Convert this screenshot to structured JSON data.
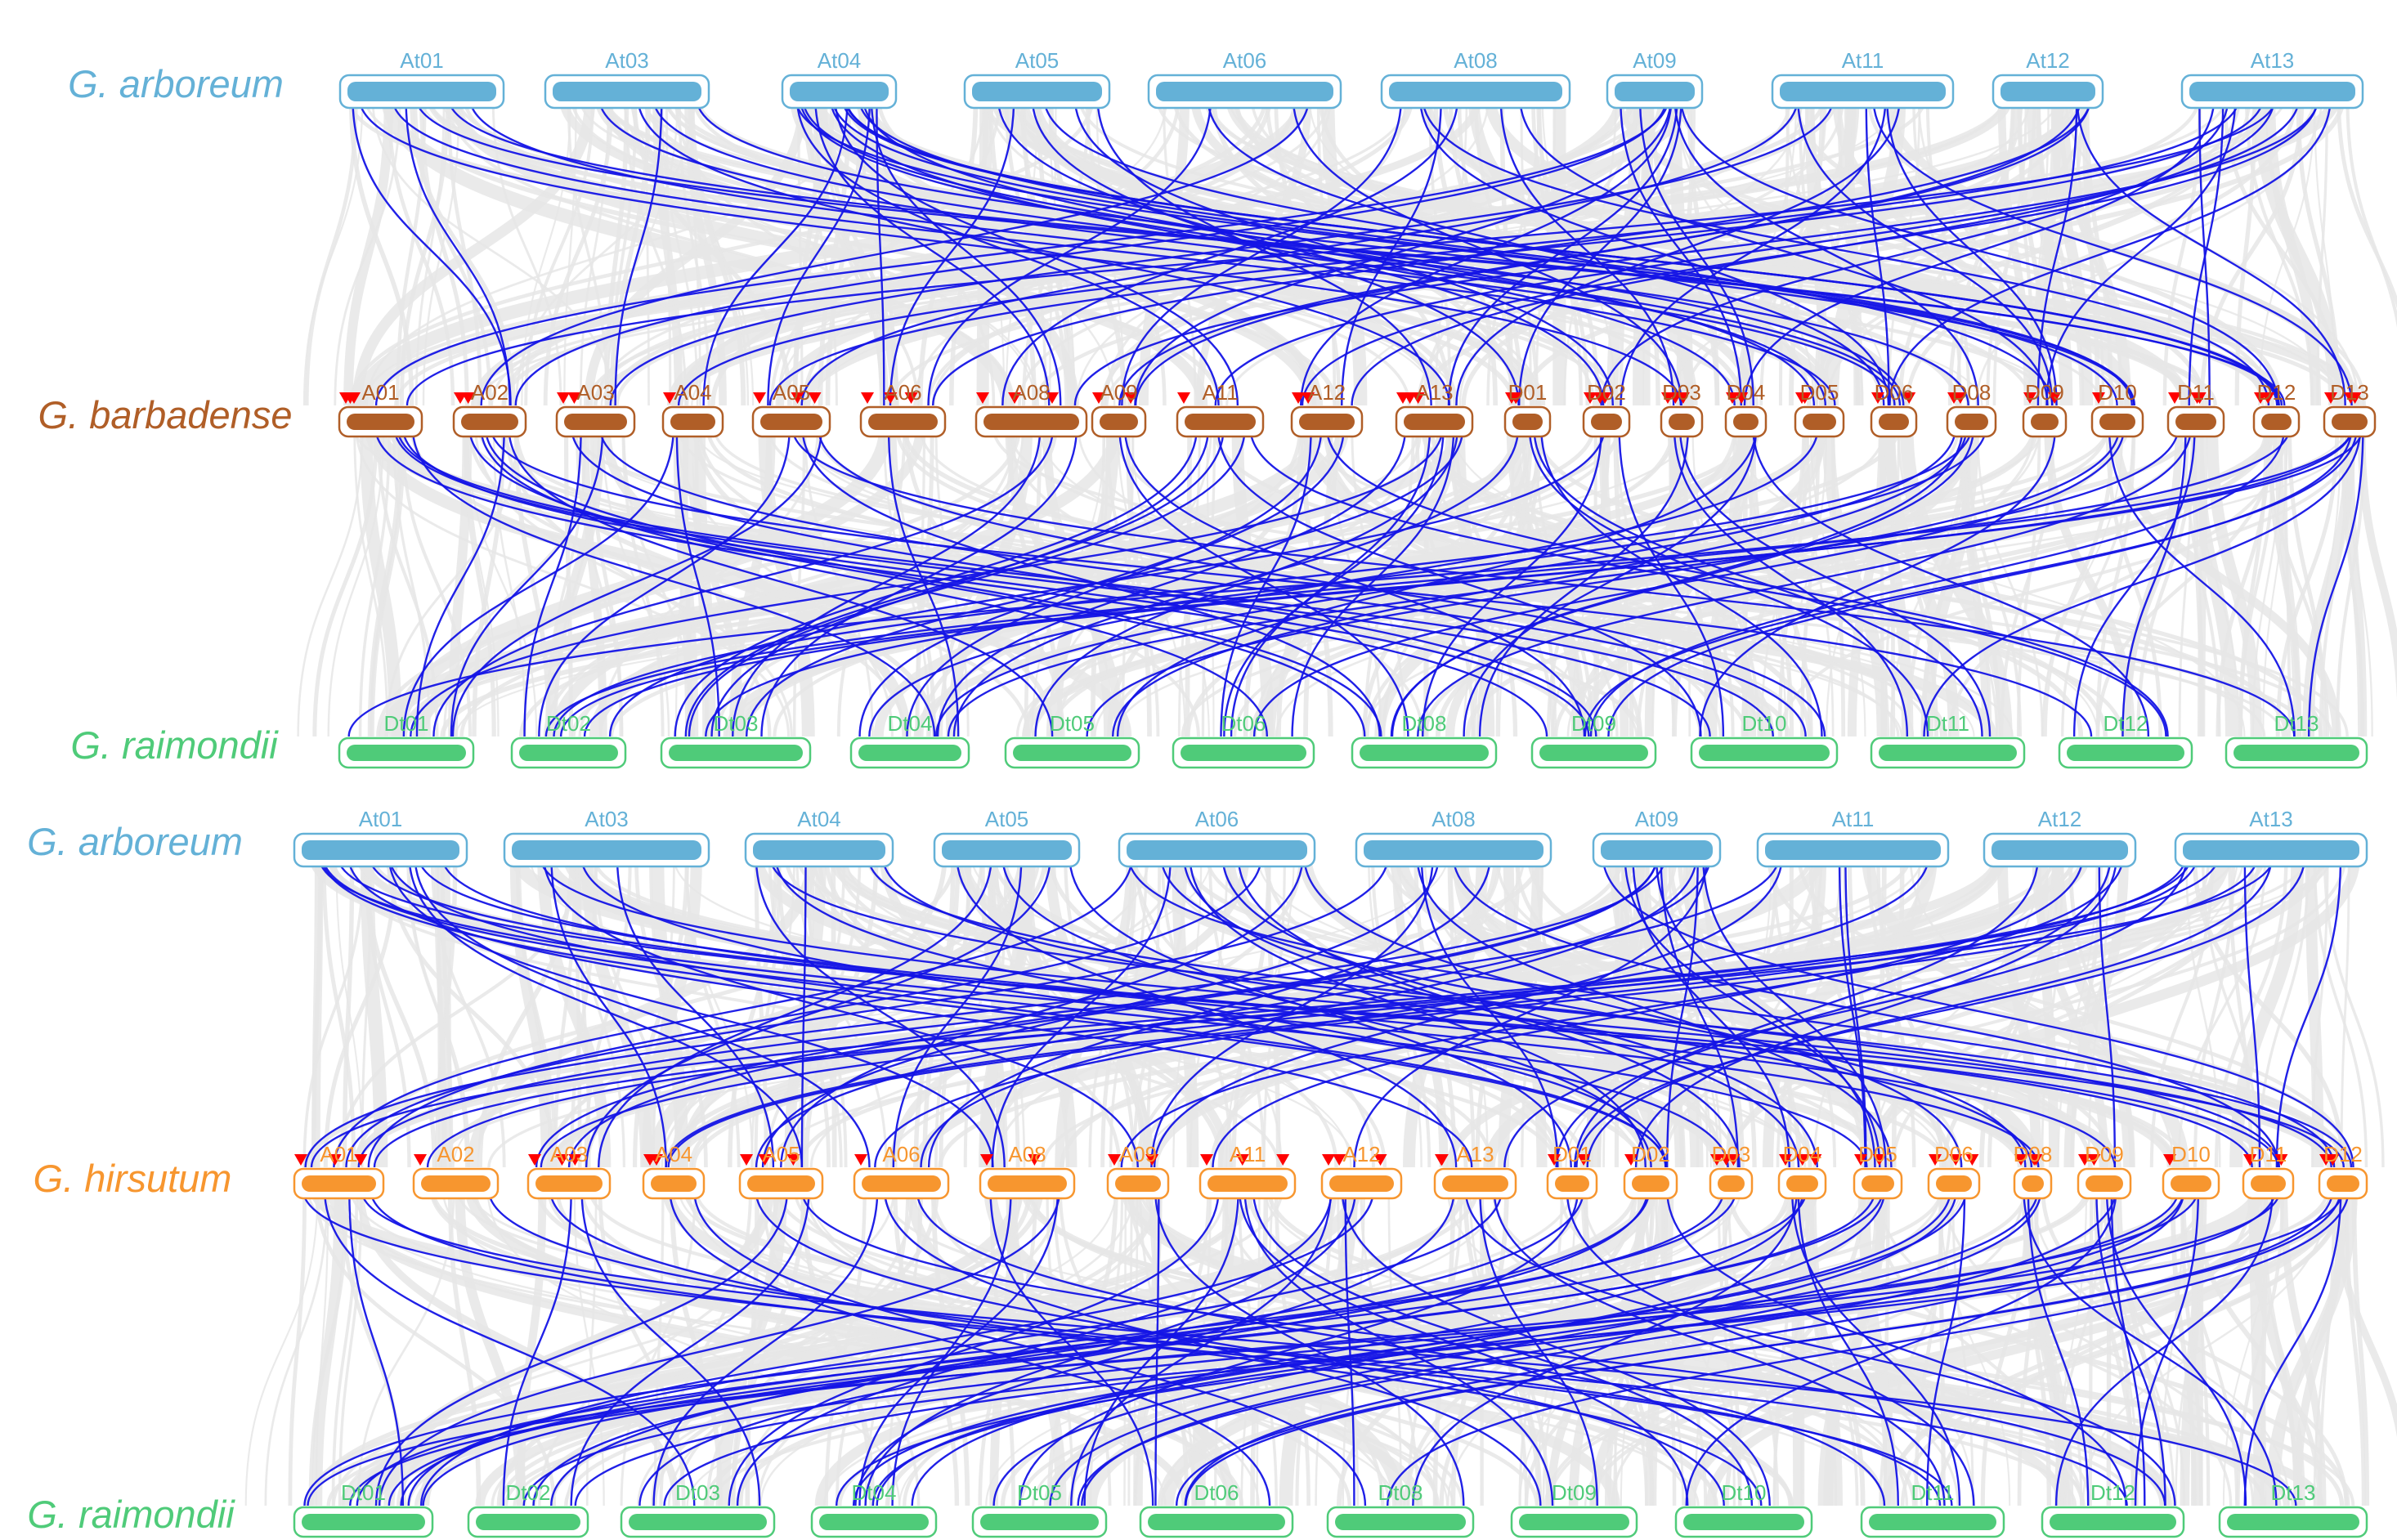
{
  "colors": {
    "arboreum": "#64b1d7",
    "barbadense": "#b05e27",
    "hirsutum": "#f7962f",
    "raimondii": "#4fcb79",
    "highlight_link": "#1414e6",
    "background_link": "#e6e6e6",
    "gene_marker": "#ff0000"
  },
  "panels": [
    {
      "rows": [
        {
          "species": "G. arboreum",
          "color_key": "arboreum",
          "chromosomes": [
            "At01",
            "At03",
            "At04",
            "At05",
            "At06",
            "At08",
            "At09",
            "At11",
            "At12",
            "At13"
          ]
        },
        {
          "species": "G. barbadense",
          "color_key": "barbadense",
          "chromosomes": [
            "A01",
            "A02",
            "A03",
            "A04",
            "A05",
            "A06",
            "A08",
            "A09",
            "A11",
            "A12",
            "A13",
            "D01",
            "D02",
            "D03",
            "D04",
            "D05",
            "D06",
            "D08",
            "D09",
            "D10",
            "D11",
            "D12",
            "D13"
          ]
        },
        {
          "species": "G. raimondii",
          "color_key": "raimondii",
          "chromosomes": [
            "Dt01",
            "Dt02",
            "Dt03",
            "Dt04",
            "Dt05",
            "Dt06",
            "Dt08",
            "Dt09",
            "Dt10",
            "Dt11",
            "Dt12",
            "Dt13"
          ]
        }
      ]
    },
    {
      "rows": [
        {
          "species": "G. arboreum",
          "color_key": "arboreum",
          "chromosomes": [
            "At01",
            "At03",
            "At04",
            "At05",
            "At06",
            "At08",
            "At09",
            "At11",
            "At12",
            "At13"
          ]
        },
        {
          "species": "G. hirsutum",
          "color_key": "hirsutum",
          "chromosomes": [
            "A01",
            "A02",
            "A03",
            "A04",
            "A05",
            "A06",
            "A08",
            "A09",
            "A11",
            "A12",
            "A13",
            "D01",
            "D02",
            "D03",
            "D04",
            "D05",
            "D06",
            "D08",
            "D09",
            "D10",
            "D11",
            "D12",
            "D13"
          ]
        },
        {
          "species": "G. raimondii",
          "color_key": "raimondii",
          "chromosomes": [
            "Dt01",
            "Dt02",
            "Dt03",
            "Dt04",
            "Dt05",
            "Dt06",
            "Dt08",
            "Dt09",
            "Dt10",
            "Dt11",
            "Dt12",
            "Dt13"
          ]
        }
      ]
    }
  ]
}
